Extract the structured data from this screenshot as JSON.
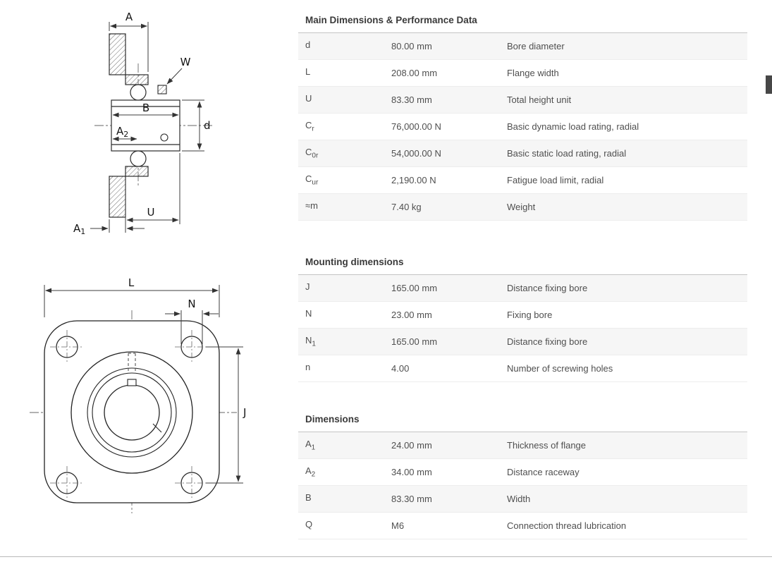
{
  "colors": {
    "stripe": "#f6f6f6",
    "rule": "#c4c4c4",
    "row_border": "#ededed",
    "title_text": "#3a3a3a",
    "body_text": "#4f4f4f",
    "scrollbar_thumb": "#474747"
  },
  "drawings": {
    "cross_section": {
      "labels": {
        "A": "A",
        "W": "W",
        "B": "B",
        "d": "d",
        "A2_base": "A",
        "A2_sub": "2",
        "U": "U",
        "A1_base": "A",
        "A1_sub": "1"
      }
    },
    "front_view": {
      "labels": {
        "L": "L",
        "N": "N",
        "J": "J"
      }
    }
  },
  "tables": [
    {
      "title": "Main Dimensions & Performance Data",
      "rows": [
        {
          "base": "d",
          "sub": "",
          "value": "80.00 mm",
          "desc": "Bore diameter"
        },
        {
          "base": "L",
          "sub": "",
          "value": "208.00 mm",
          "desc": "Flange width"
        },
        {
          "base": "U",
          "sub": "",
          "value": "83.30 mm",
          "desc": "Total height unit"
        },
        {
          "base": "C",
          "sub": "r",
          "value": "76,000.00 N",
          "desc": "Basic dynamic load rating, radial"
        },
        {
          "base": "C",
          "sub": "0r",
          "value": "54,000.00 N",
          "desc": "Basic static load rating, radial"
        },
        {
          "base": "C",
          "sub": "ur",
          "value": "2,190.00 N",
          "desc": "Fatigue load limit, radial"
        },
        {
          "base": "≈m",
          "sub": "",
          "value": "7.40 kg",
          "desc": "Weight"
        }
      ]
    },
    {
      "title": "Mounting dimensions",
      "rows": [
        {
          "base": "J",
          "sub": "",
          "value": "165.00 mm",
          "desc": "Distance fixing bore"
        },
        {
          "base": "N",
          "sub": "",
          "value": "23.00 mm",
          "desc": "Fixing bore"
        },
        {
          "base": "N",
          "sub": "1",
          "value": "165.00 mm",
          "desc": "Distance fixing bore"
        },
        {
          "base": "n",
          "sub": "",
          "value": "4.00",
          "desc": "Number of screwing holes"
        }
      ]
    },
    {
      "title": "Dimensions",
      "rows": [
        {
          "base": "A",
          "sub": "1",
          "value": "24.00 mm",
          "desc": "Thickness of flange"
        },
        {
          "base": "A",
          "sub": "2",
          "value": "34.00 mm",
          "desc": "Distance raceway"
        },
        {
          "base": "B",
          "sub": "",
          "value": "83.30 mm",
          "desc": "Width"
        },
        {
          "base": "Q",
          "sub": "",
          "value": "M6",
          "desc": "Connection thread lubrication"
        }
      ]
    }
  ]
}
